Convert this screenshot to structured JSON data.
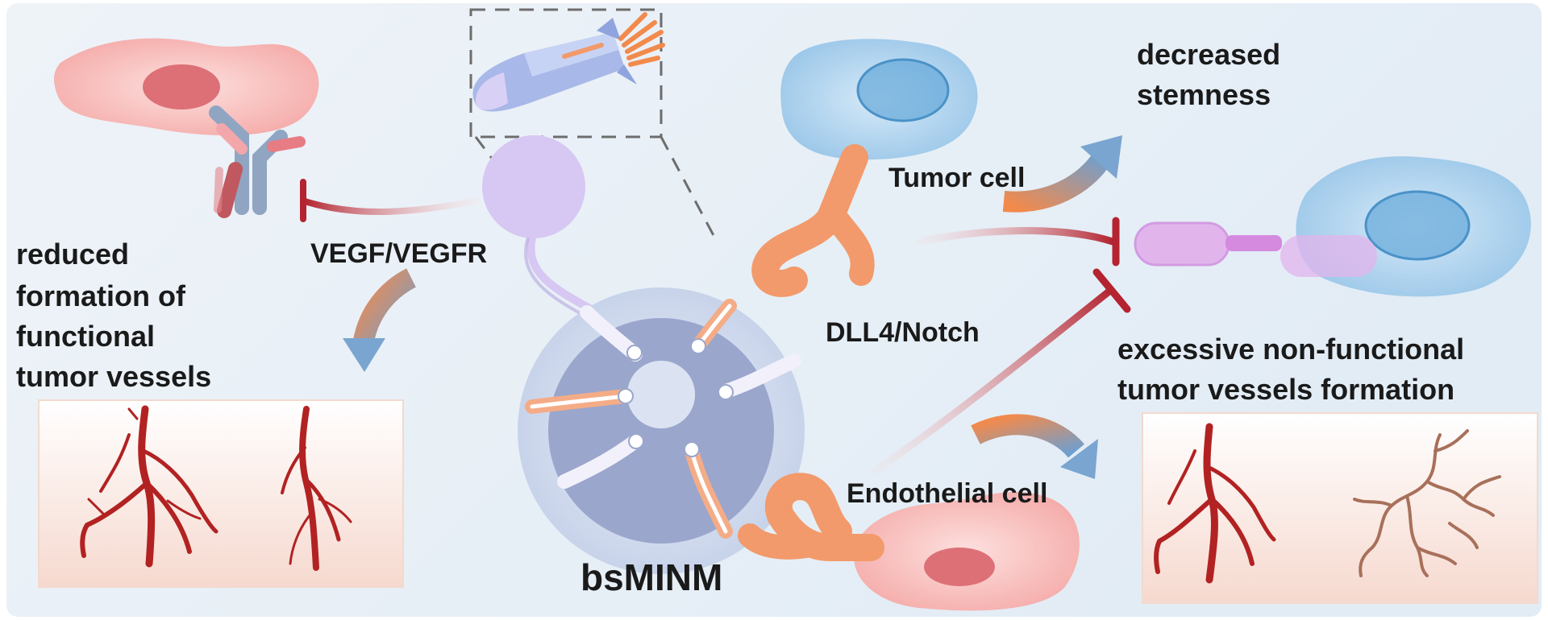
{
  "labels": {
    "title": "bsMINM",
    "vegf_pathway": "VEGF/VEGFR",
    "dll4_pathway": "DLL4/Notch",
    "tumor_cell": "Tumor cell",
    "endothelial_cell": "Endothelial cell",
    "decreased_stemness_1": "decreased",
    "decreased_stemness_2": "stemness",
    "reduced_vessels_1": "reduced",
    "reduced_vessels_2": "formation of",
    "reduced_vessels_3": "functional",
    "reduced_vessels_4": "tumor vessels",
    "excessive_vessels_1": "excessive non-functional",
    "excessive_vessels_2": "tumor vessels formation"
  },
  "colors": {
    "background": "#eaf1f7",
    "endothelial_cell": "#f6b7b5",
    "nucleus_red": "#dd7077",
    "tumor_cell": "#a9d0ec",
    "nucleus_blue": "#5ea5d7",
    "nanoparticle_core": "#9aa6cc",
    "antibody_purple": "#d6c8f2",
    "antibody_orange": "#f29a6b",
    "inhibition_red": "#b32430",
    "vessel_red": "#b22222",
    "vessel_brown": "#a8705a"
  },
  "icons": [
    "rocket-icon",
    "nanoparticle-icon",
    "antibody-icon",
    "inhibition-arrow-icon",
    "curved-arrow-icon",
    "vessel-icon"
  ]
}
